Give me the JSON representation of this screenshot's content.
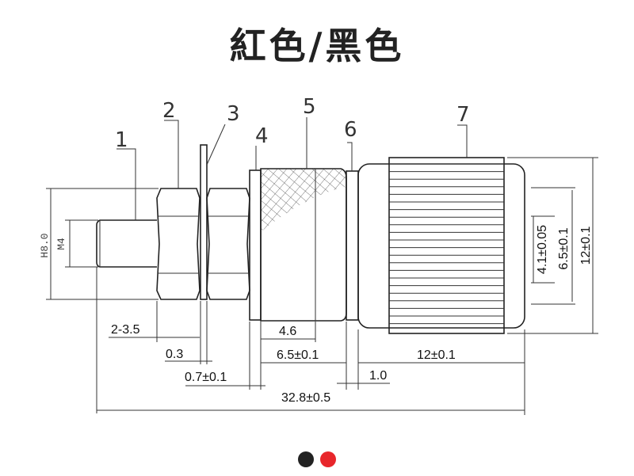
{
  "title": "紅色/黑色",
  "part_labels": [
    "1",
    "2",
    "3",
    "4",
    "5",
    "6",
    "7"
  ],
  "left_dims": {
    "outer": "H8.0",
    "thread": "M4"
  },
  "bottom_dims": {
    "stud": "2-3.5",
    "gap": "0.3",
    "washer": "0.7±0.1",
    "body_knurl": "4.6",
    "body": "6.5±0.1",
    "cap": "12±0.1",
    "ring": "1.0",
    "total": "32.8±0.5"
  },
  "right_dims": {
    "hole": "4.1±0.05",
    "inner": "6.5±0.1",
    "outer": "12±0.1"
  },
  "colors": {
    "black": "#222222",
    "red": "#e8262b"
  }
}
